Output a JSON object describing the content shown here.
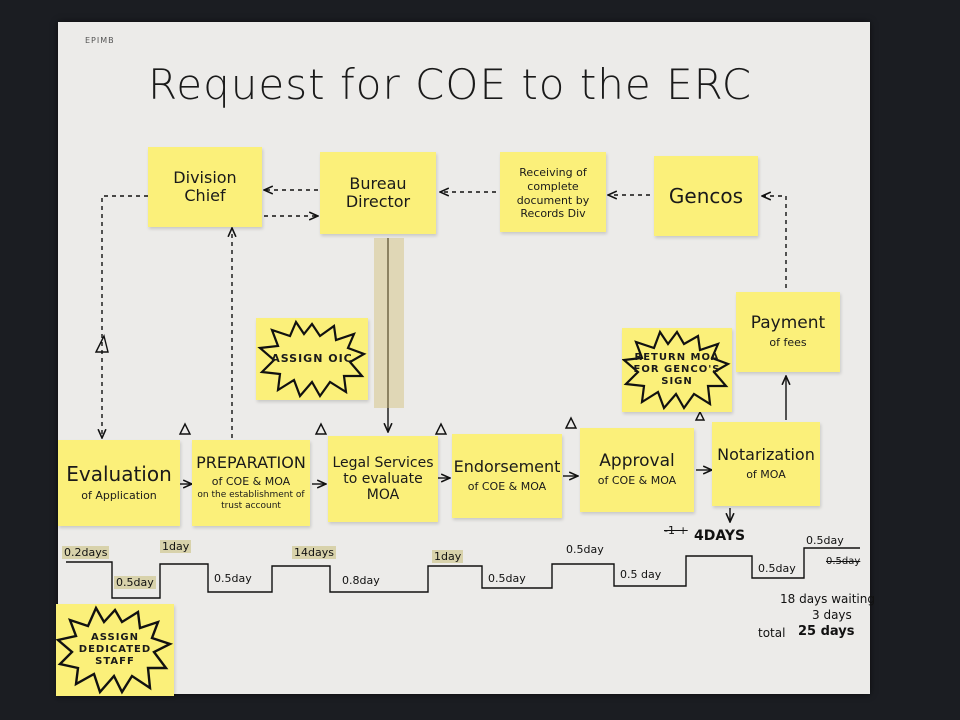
{
  "paper_code": "EPIMB",
  "title": "Request for COE to the ERC",
  "top_notes": {
    "division_chief": "Division Chief",
    "bureau_director": "Bureau Director",
    "receiving": "Receiving of complete document by Records Div",
    "gencos": "Gencos"
  },
  "process_notes": {
    "evaluation": {
      "title": "Evaluation",
      "sub": "of Application"
    },
    "preparation": {
      "title": "PREPARATION",
      "sub1": "of COE & MOA",
      "sub2": "on the establishment of trust account"
    },
    "legal": {
      "title": "Legal Services to evaluate MOA"
    },
    "endorsement": {
      "title": "Endorsement",
      "sub": "of COE & MOA"
    },
    "approval": {
      "title": "Approval",
      "sub": "of COE & MOA"
    },
    "notarization": {
      "title": "Notarization",
      "sub": "of MOA"
    },
    "payment": {
      "title": "Payment",
      "sub": "of fees"
    }
  },
  "bursts": {
    "assign_oic": "ASSIGN OIC",
    "return_moa": "RETURN MOA FOR GENCO'S SIGN",
    "assign_staff": "ASSIGN DEDICATED STAFF"
  },
  "timeline": {
    "active": [
      "0.2days",
      "1day",
      "14days",
      "1day",
      "0.5day",
      "4DAYS",
      "0.5day"
    ],
    "waiting": [
      "0.5day",
      "0.5day",
      "0.8day",
      "0.5day",
      "0.5 day",
      "0.5day"
    ],
    "strike_labels": [
      "-1 +",
      "0.5day"
    ]
  },
  "footer": {
    "waiting": "18 days waiting",
    "waiting_alt": "3 days",
    "total_label": "total",
    "total_value": "25 days"
  }
}
